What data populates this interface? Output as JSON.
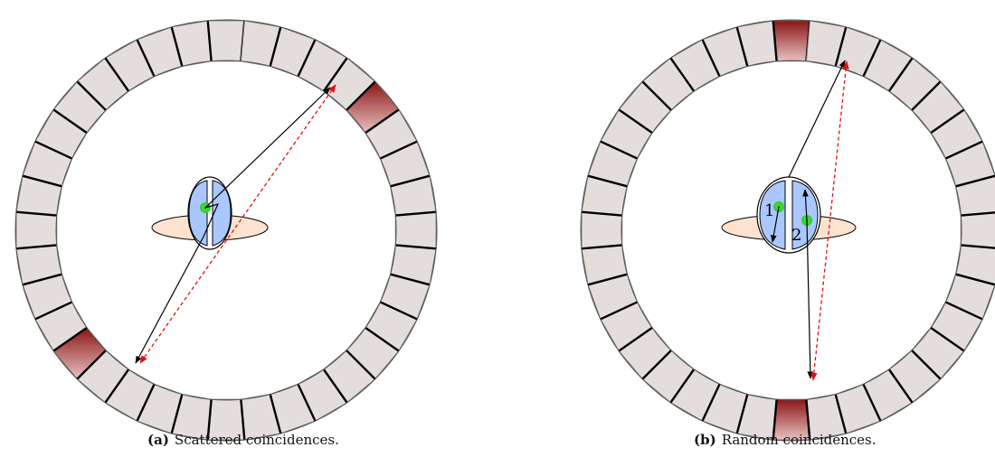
{
  "panels": [
    {
      "id": "a",
      "caption_tag": "(a)",
      "caption_text": "Scattered coincidences.",
      "detector_count": 36,
      "active_detectors": [
        31,
        13
      ],
      "has_emission_markers": false
    },
    {
      "id": "b",
      "caption_tag": "(b)",
      "caption_text": "Random coincidences.",
      "detector_count": 36,
      "active_detectors": [
        0,
        18
      ],
      "emission_labels": [
        "1",
        "2"
      ],
      "has_emission_markers": true
    }
  ],
  "colors": {
    "detector_fill": "#e3dedc",
    "detector_stroke": "#000000",
    "active_detector_dark": "#8c1414",
    "active_detector_light": "#e8c2c2",
    "phantom_body": "#fde2d0",
    "brain_fill": "#aac8ff",
    "emission_green": "#1ed21e",
    "emission_red": "#c21a1a",
    "true_lor_line": "#000000",
    "apparent_lor_line": "#e01010"
  }
}
